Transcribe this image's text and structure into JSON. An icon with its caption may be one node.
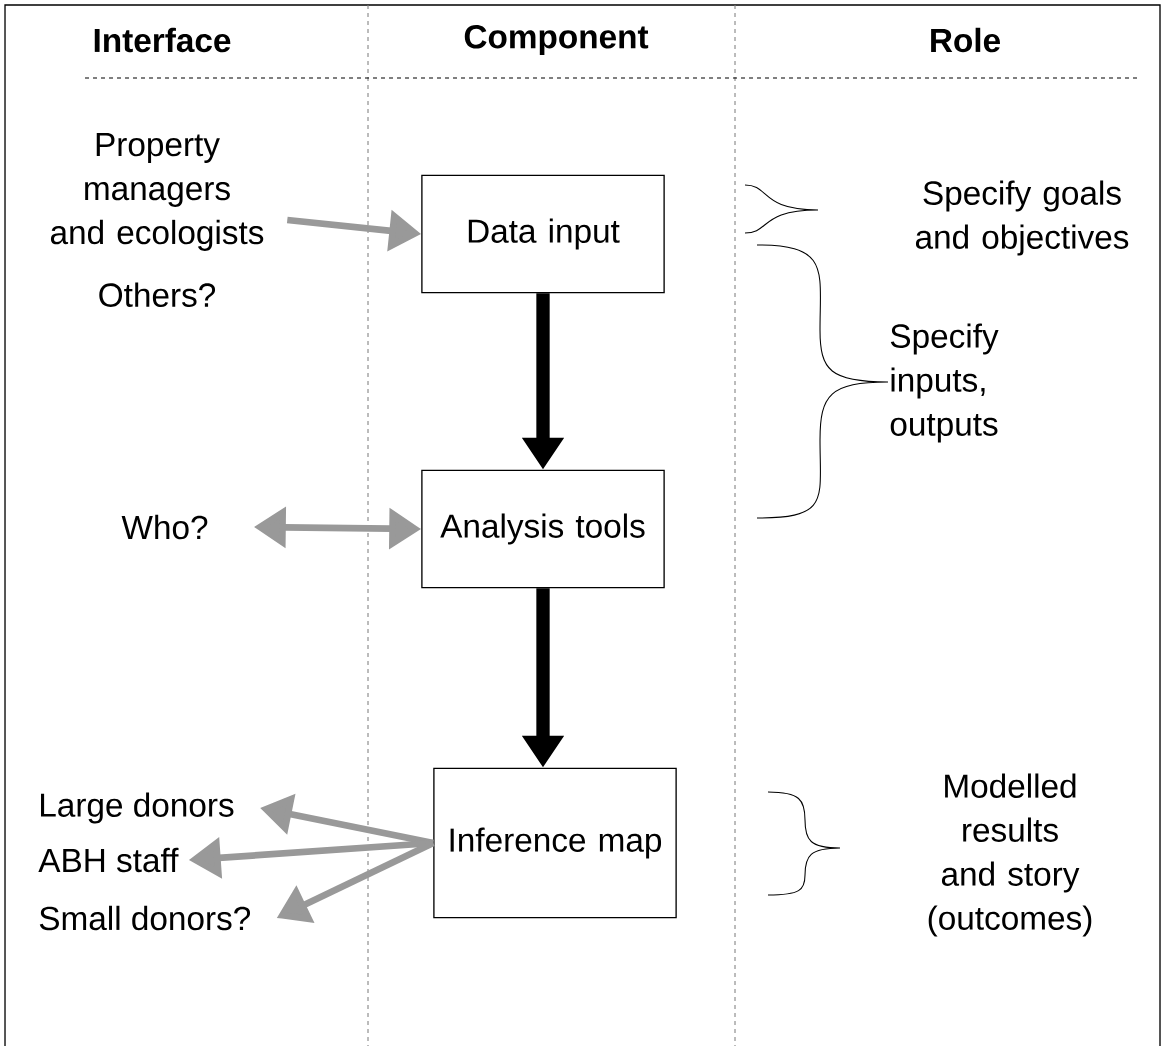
{
  "diagram": {
    "nodes": [
      {
        "text": [
          "Property managers and ecologists",
          "Others?"
        ]
      },
      {
        "text": [
          "Data input"
        ]
      },
      {
        "text": [
          "Who?"
        ]
      },
      {
        "text": [
          "Analysis tools"
        ]
      },
      {
        "text": [
          "Large donors"
        ]
      },
      {
        "text": [
          "ABH staff"
        ]
      },
      {
        "text": [
          "Small donors?"
        ]
      },
      {
        "text": [
          "Inference map"
        ]
      }
    ],
    "edges": [
      {
        "from": 0,
        "to": 1,
        "arrow": "to"
      },
      {
        "from": 1,
        "to": 3,
        "arrow": "to",
        "style": "thick",
        "color": "#000000"
      },
      {
        "from": 2,
        "to": 3,
        "arrow": "both"
      },
      {
        "from": 3,
        "to": 7,
        "arrow": "to",
        "style": "thick",
        "color": "#000000"
      },
      {
        "from": 7,
        "to": 4,
        "arrow": "to"
      },
      {
        "from": 7,
        "to": 5,
        "arrow": "to"
      },
      {
        "from": 7,
        "to": 6,
        "arrow": "to"
      }
    ],
    "labels": [
      "Interface",
      "Component",
      "Role",
      "Specify goals and objectives",
      "Specify inputs, outputs",
      "Modelled results and story (outcomes)"
    ]
  }
}
